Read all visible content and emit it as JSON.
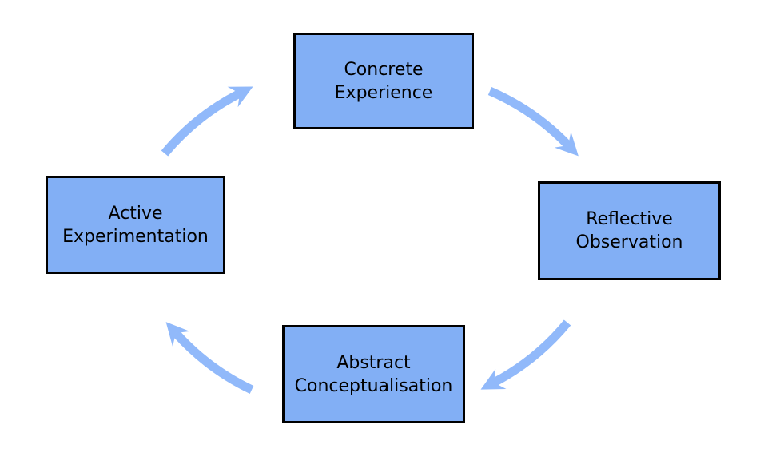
{
  "diagram": {
    "kind": "cycle",
    "nodes": [
      {
        "id": "concrete-experience",
        "lines": [
          "Concrete",
          "Experience"
        ]
      },
      {
        "id": "reflective-observation",
        "lines": [
          "Reflective",
          "Observation"
        ]
      },
      {
        "id": "abstract-conceptualisation",
        "lines": [
          "Abstract",
          "Conceptualisation"
        ]
      },
      {
        "id": "active-experimentation",
        "lines": [
          "Active",
          "Experimentation"
        ]
      }
    ],
    "arrows": [
      {
        "id": "concrete-to-reflective",
        "from": "concrete-experience",
        "to": "reflective-observation"
      },
      {
        "id": "reflective-to-abstract",
        "from": "reflective-observation",
        "to": "abstract-conceptualisation"
      },
      {
        "id": "abstract-to-active",
        "from": "abstract-conceptualisation",
        "to": "active-experimentation"
      },
      {
        "id": "active-to-concrete",
        "from": "active-experimentation",
        "to": "concrete-experience"
      }
    ],
    "colors": {
      "background": "#ffffff",
      "node_fill": "#82aff5",
      "node_border": "#000000",
      "node_text": "#000000",
      "arrow": "#91b9fa"
    }
  }
}
